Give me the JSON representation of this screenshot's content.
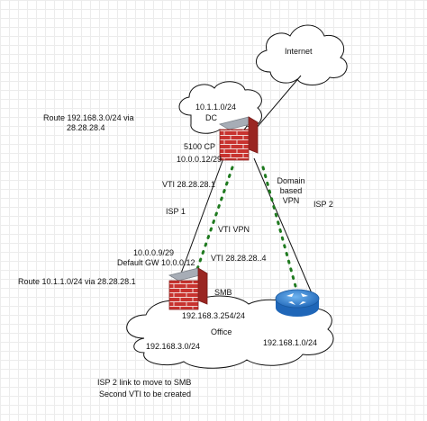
{
  "nodes": {
    "internet": "Internet",
    "dc": "DC",
    "dc_subnet": "10.1.1.0/24",
    "cp": "5100 CP",
    "cp_subnet": "10.0.0.12/29",
    "smb": "SMB",
    "smb_lan_ip": "192.168.3.254/24",
    "office": "Office",
    "office_net_a": "192.168.3.0/24",
    "office_net_b": "192.168.1.0/24"
  },
  "routes": {
    "dc_route_line1": "Route 192.168.3.0/24  via",
    "dc_route_line2": "28.28.28.4",
    "smb_route": "Route 10.1.1.0/24  via   28.28.28.1"
  },
  "links": {
    "vti_dc": "VTI  28.28.28.1",
    "isp1": "ISP 1",
    "vti_vpn": "VTI VPN",
    "vti_smb": "VTI   28.28.28..4",
    "domain_vpn": [
      "Domain",
      "based",
      "VPN"
    ],
    "isp2": "ISP 2"
  },
  "smb_info": {
    "subnet": "10.0.0.9/29",
    "gateway": "Default GW 10.0.0.12"
  },
  "notes": {
    "line1": "ISP 2 link to move to SMB",
    "line2": "Second VTI to be created"
  },
  "colors": {
    "firewall_brick": "#c8332f",
    "firewall_mortar": "#f1d6d3",
    "firewall_top": "#a7adb6",
    "router_blue": "#2f7fd0",
    "dotted_vpn": "#1f7a1f",
    "cloud_stroke": "#111111"
  }
}
